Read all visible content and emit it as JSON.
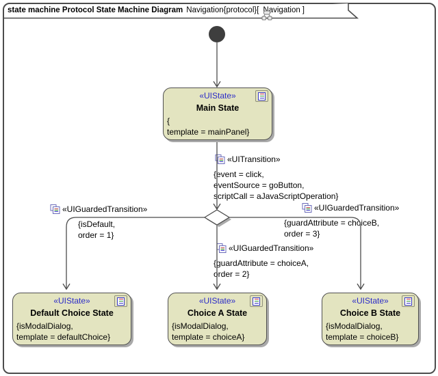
{
  "frame": {
    "title_bold": "state machine Protocol State Machine Diagram",
    "title_context": "Navigation{protocol}[",
    "title_nav": "Navigation",
    "title_close": "]"
  },
  "states": {
    "main": {
      "stereotype": "«UIState»",
      "name": "Main State",
      "guard_lines": [
        "{",
        "template = mainPanel}"
      ]
    },
    "default_choice": {
      "stereotype": "«UIState»",
      "name": "Default Choice State",
      "guard_lines": [
        "{isModalDialog,",
        "template = defaultChoice}"
      ]
    },
    "choice_a": {
      "stereotype": "«UIState»",
      "name": "Choice A State",
      "guard_lines": [
        "{isModalDialog,",
        "template = choiceA}"
      ]
    },
    "choice_b": {
      "stereotype": "«UIState»",
      "name": "Choice B State",
      "guard_lines": [
        "{isModalDialog,",
        "template = choiceB}"
      ]
    }
  },
  "transitions": {
    "main_transition": {
      "stereotype": "«UITransition»",
      "guard_lines": [
        "{event = click,",
        "eventSource = goButton,",
        "scriptCall = aJavaScriptOperation}"
      ]
    },
    "default_transition": {
      "stereotype": "«UIGuardedTransition»",
      "guard_lines": [
        "{isDefault,",
        "order = 1}"
      ]
    },
    "choice_a_transition": {
      "stereotype": "«UIGuardedTransition»",
      "guard_lines": [
        "{guardAttribute = choiceA,",
        "order = 2}"
      ]
    },
    "choice_b_transition": {
      "stereotype": "«UIGuardedTransition»",
      "guard_lines": [
        "{guardAttribute = choiceB,",
        "order = 3}"
      ]
    }
  },
  "colors": {
    "state_fill": "#e3e4c0",
    "state_border": "#4f4f4f",
    "stereotype_text": "#2a2ac8",
    "shadow": "#a9a9a9",
    "connector_line": "#4b4b4b",
    "initial_node": "#3e3e3e"
  }
}
